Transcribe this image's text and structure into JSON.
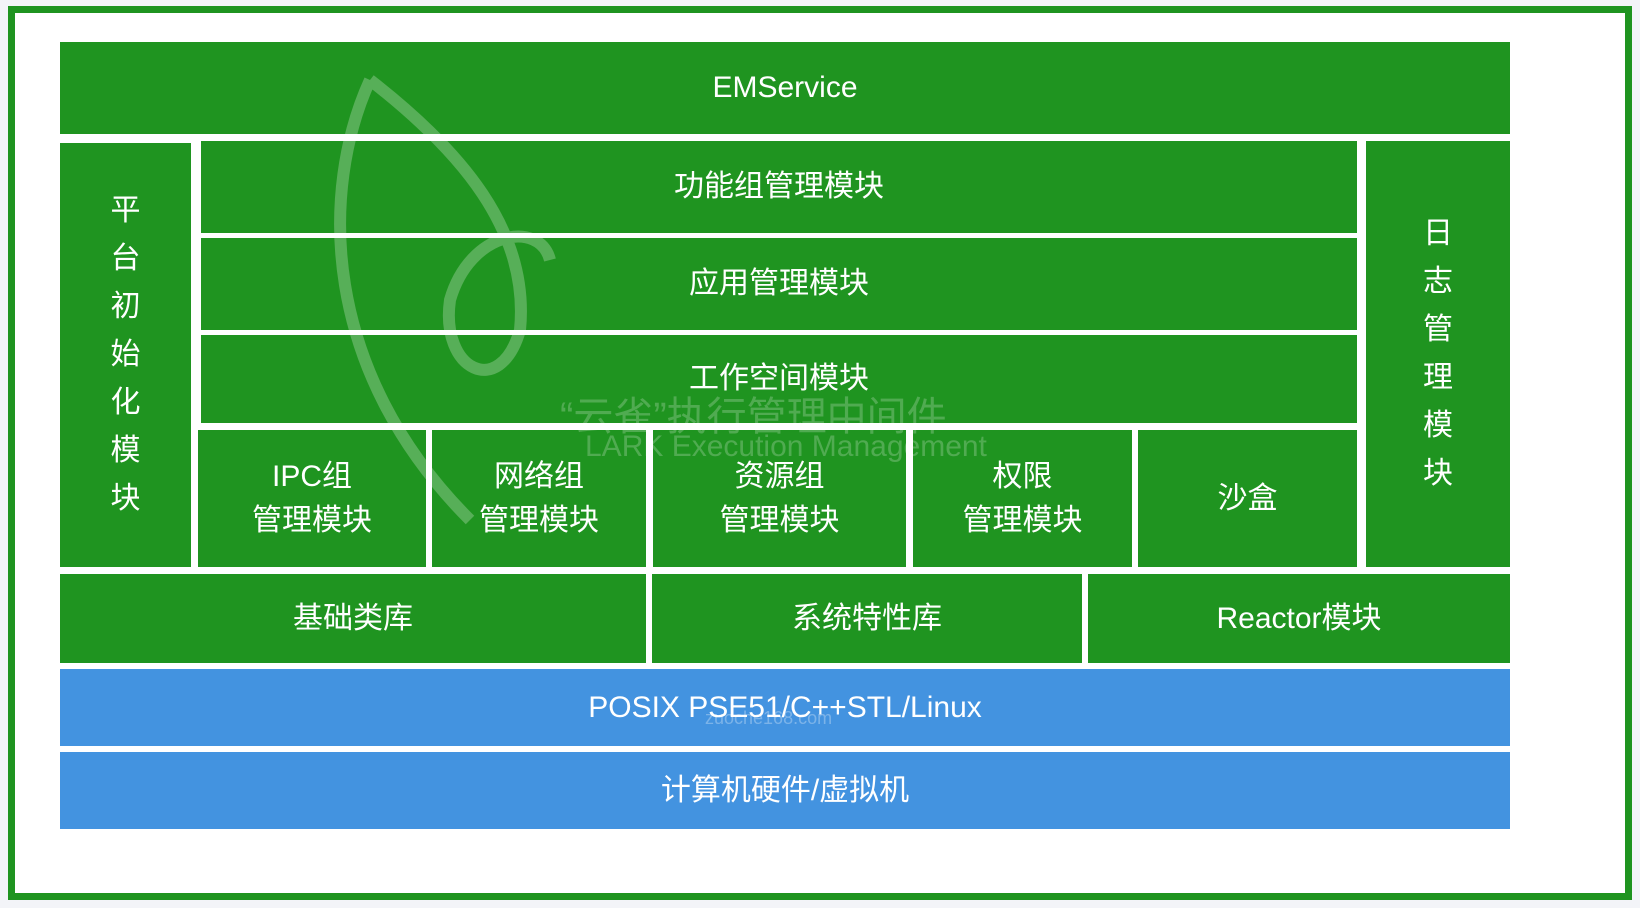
{
  "top": "EMService",
  "left_column": "平台初始化模块",
  "right_column": "日志管理模块",
  "rows": [
    "功能组管理模块",
    "应用管理模块",
    "工作空间模块"
  ],
  "group_modules": [
    {
      "line1": "IPC组",
      "line2": "管理模块"
    },
    {
      "line1": "网络组",
      "line2": "管理模块"
    },
    {
      "line1": "资源组",
      "line2": "管理模块"
    },
    {
      "line1": "权限",
      "line2": "管理模块"
    },
    {
      "line1": "沙盒",
      "line2": ""
    }
  ],
  "base_libs": [
    "基础类库",
    "系统特性库",
    "Reactor模块"
  ],
  "platform": "POSIX PSE51/C++STL/Linux",
  "hardware": "计算机硬件/虚拟机",
  "watermark": {
    "cn": "“云雀”执行管理中间件",
    "en": "LARK Execution Management",
    "site": "zuoche168.com"
  },
  "colors": {
    "green": "#1f9420",
    "blue": "#4393e0"
  }
}
